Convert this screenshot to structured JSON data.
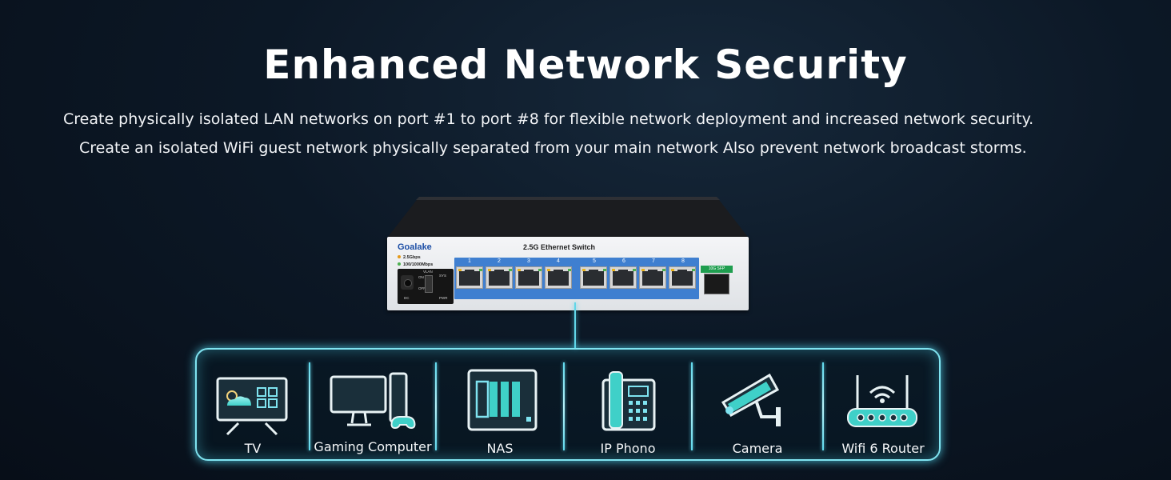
{
  "heading": "Enhanced Network Security",
  "description": [
    "Create physically isolated LAN networks on port #1 to port #8 for flexible network deployment and increased network security.",
    "Create an isolated WiFi guest network physically separated from your main network Also prevent network broadcast storms."
  ],
  "switch": {
    "brand": "Goalake",
    "model": "2.5G Ethernet Switch",
    "speed_legend": [
      "2.5Gbps",
      "100/1000Mbps"
    ],
    "controls": {
      "dc": "DC",
      "on": "ON",
      "off": "OFF",
      "vlan": "VLAN",
      "sys": "SYS",
      "pwr": "PWR"
    },
    "port_numbers": [
      "1",
      "2",
      "3",
      "4",
      "5",
      "6",
      "7",
      "8"
    ],
    "sfp_label": "10G SFP"
  },
  "devices": [
    {
      "label": "TV",
      "icon": "tv-icon"
    },
    {
      "label": "Gaming Computer",
      "icon": "gaming-computer-icon"
    },
    {
      "label": "NAS",
      "icon": "nas-icon"
    },
    {
      "label": "IP Phono",
      "icon": "ip-phone-icon"
    },
    {
      "label": "Camera",
      "icon": "security-camera-icon"
    },
    {
      "label": "Wifi 6 Router",
      "icon": "wifi-router-icon"
    }
  ],
  "colors": {
    "accent": "#5fd8ec",
    "background": "#0c1826",
    "port_panel": "#3f7fd0",
    "brand": "#1d4fa6"
  }
}
